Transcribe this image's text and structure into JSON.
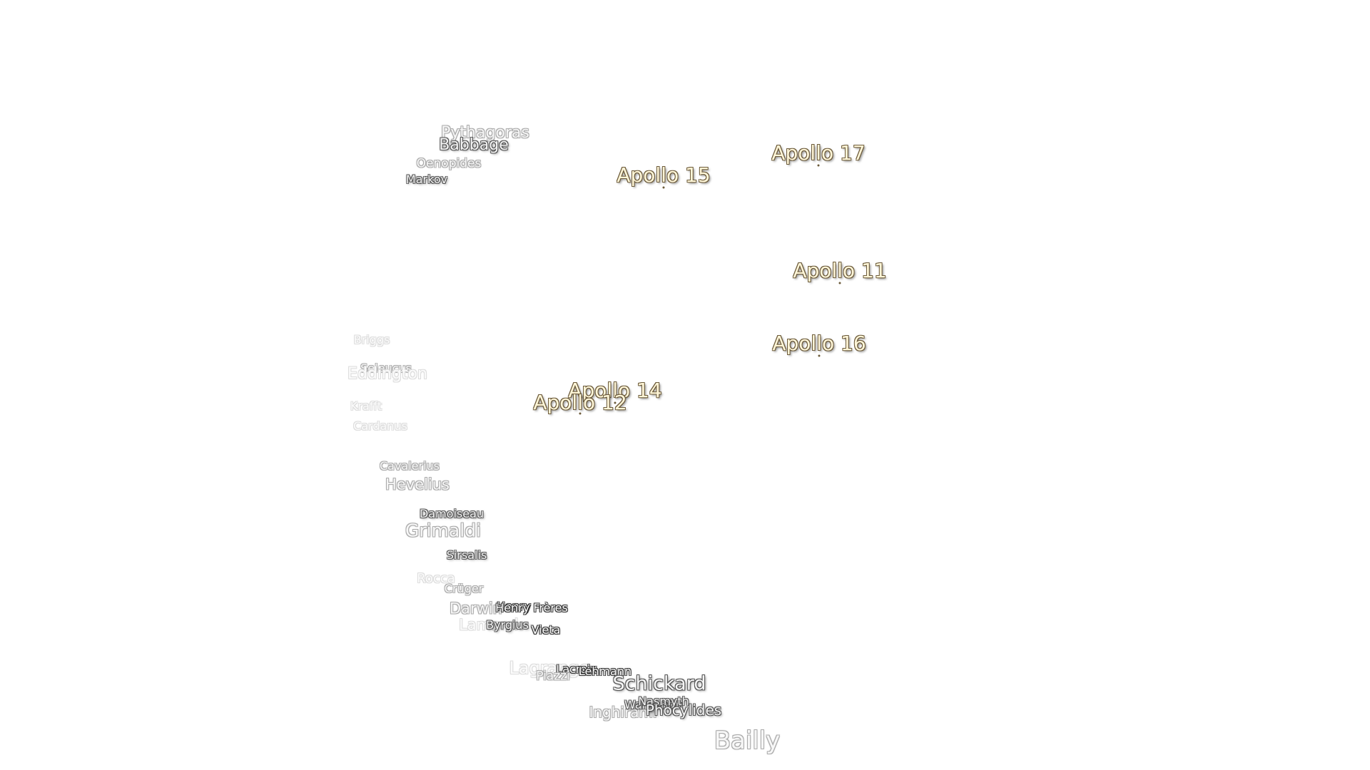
{
  "apollo_sites": [
    {
      "id": "a17",
      "name": "Apollo 17"
    },
    {
      "id": "a15",
      "name": "Apollo 15"
    },
    {
      "id": "a11",
      "name": "Apollo 11"
    },
    {
      "id": "a16",
      "name": "Apollo 16"
    },
    {
      "id": "a14",
      "name": "Apollo 14"
    },
    {
      "id": "a12",
      "name": "Apollo 12"
    }
  ],
  "craters": [
    {
      "id": "pythagoras",
      "name": "Pythagoras"
    },
    {
      "id": "babbage",
      "name": "Babbage"
    },
    {
      "id": "oenopides",
      "name": "Oenopides"
    },
    {
      "id": "markov",
      "name": "Markov"
    },
    {
      "id": "briggs",
      "name": "Briggs"
    },
    {
      "id": "seleucus",
      "name": "Seleucus"
    },
    {
      "id": "eddington",
      "name": "Eddington"
    },
    {
      "id": "krafft",
      "name": "Krafft"
    },
    {
      "id": "cardanus",
      "name": "Cardanus"
    },
    {
      "id": "cavalerius",
      "name": "Cavalerius"
    },
    {
      "id": "hevelius",
      "name": "Hevelius"
    },
    {
      "id": "damoiseau",
      "name": "Damoiseau"
    },
    {
      "id": "grimaldi",
      "name": "Grimaldi"
    },
    {
      "id": "sirsalis",
      "name": "Sirsalis"
    },
    {
      "id": "rocca",
      "name": "Rocca"
    },
    {
      "id": "cruger",
      "name": "Crüger"
    },
    {
      "id": "darwin",
      "name": "Darwin"
    },
    {
      "id": "henry",
      "name": "Henry"
    },
    {
      "id": "henry_freres",
      "name": "Henry Frères"
    },
    {
      "id": "lamarck",
      "name": "Lamarck"
    },
    {
      "id": "byrgius",
      "name": "Byrgius"
    },
    {
      "id": "vieta",
      "name": "Vieta"
    },
    {
      "id": "lagrange",
      "name": "Lagrange"
    },
    {
      "id": "lacroix",
      "name": "Lacroix"
    },
    {
      "id": "lehmann",
      "name": "Lehmann"
    },
    {
      "id": "piazzi",
      "name": "Piazzi"
    },
    {
      "id": "schickard",
      "name": "Schickard"
    },
    {
      "id": "wargentin",
      "name": "Wargentin"
    },
    {
      "id": "nasmyth",
      "name": "Nasmyth"
    },
    {
      "id": "phocylides",
      "name": "Phocylides"
    },
    {
      "id": "inghirami",
      "name": "Inghirami"
    },
    {
      "id": "bailly",
      "name": "Bailly"
    }
  ]
}
